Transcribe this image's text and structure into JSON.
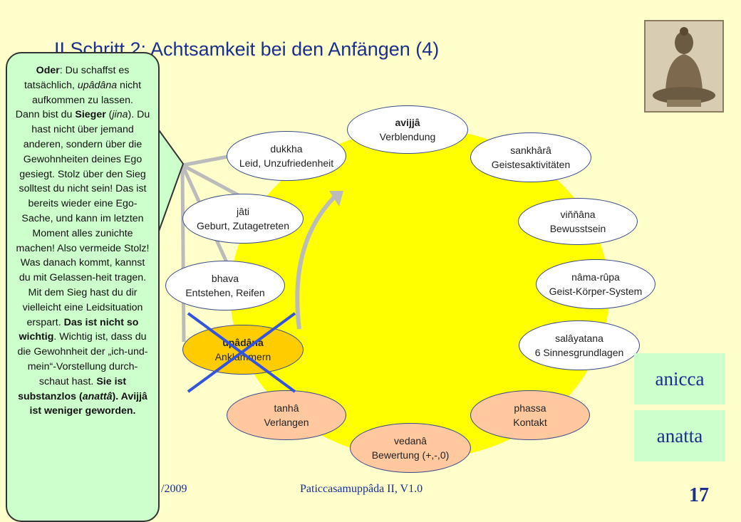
{
  "slide": {
    "title": "II Schritt 2: Achtsamkeit bei den Anfängen (4)",
    "footer_date": "/2009",
    "footer_center": "Paticcasamuppâda II,  V1.0",
    "page_number": "17"
  },
  "cycle": {
    "nodes": [
      {
        "id": "avijja",
        "line1": "avijjâ",
        "line2": "Verblendung"
      },
      {
        "id": "sankhara",
        "line1": "sankhârâ",
        "line2": "Geistesaktivitäten"
      },
      {
        "id": "vinnana",
        "line1": "viňňâna",
        "line2": "Bewusstsein"
      },
      {
        "id": "nama-rupa",
        "line1": "nâma-rûpa",
        "line2": "Geist-Körper-System"
      },
      {
        "id": "salayatana",
        "line1": "salâyatana",
        "line2": "6 Sinnesgrundlagen"
      },
      {
        "id": "phassa",
        "line1": "phassa",
        "line2": "Kontakt"
      },
      {
        "id": "vedana",
        "line1": "vedanâ",
        "line2": "Bewertung (+,-,0)"
      },
      {
        "id": "tanha",
        "line1": "tanhâ",
        "line2": "Verlangen"
      },
      {
        "id": "upadana",
        "line1": "upâdâna",
        "line2": "Anklammern"
      },
      {
        "id": "bhava",
        "line1": "bhava",
        "line2": "Entstehen, Reifen"
      },
      {
        "id": "jati",
        "line1": "jâti",
        "line2": "Geburt, Zutagetreten"
      },
      {
        "id": "dukkha",
        "line1": "dukkha",
        "line2": "Leid, Unzufriedenheit"
      }
    ]
  },
  "callout": {
    "p1": "Oder",
    "p2": ": Du schaffst es tatsächlich, ",
    "p3": "upâdâna",
    "p4": " nicht aufkommen zu lassen.",
    "p5": "Dann bist du ",
    "p6": "Sieger",
    "p7": " (",
    "p8": "jina",
    "p9": "). Du hast nicht über jemand anderen, sondern über die Gewohnheiten deines Ego gesiegt. Stolz über den Sieg solltest du nicht sein! Das ist bereits wieder eine Ego-Sache, und kann im letzten Moment alles zunichte machen! Also vermeide Stolz!",
    "p10": "Was danach kommt, kannst du mit Gelassen-heit tragen. Mit dem Sieg hast du dir vielleicht eine Leidsituation erspart. ",
    "p11": "Das ist nicht so wichtig",
    "p12": ". Wichtig ist, dass du die Gewohnheit der „ich-und-mein“-Vorstellung durch-schaut hast. ",
    "p13": "Sie ist substanzlos (",
    "p14": "anattâ",
    "p15": "). Avijjâ ist weniger geworden.",
    "colors": {
      "box": "#ccffcc",
      "border": "#333333"
    }
  },
  "badges": {
    "anicca": "anicca",
    "anatta": "anatta"
  },
  "colors": {
    "background": "#ffffcc",
    "circle": "#ffff00",
    "title": "#1a2f8f",
    "cross": "#3355dd",
    "arrow": "#bbbbbb"
  }
}
